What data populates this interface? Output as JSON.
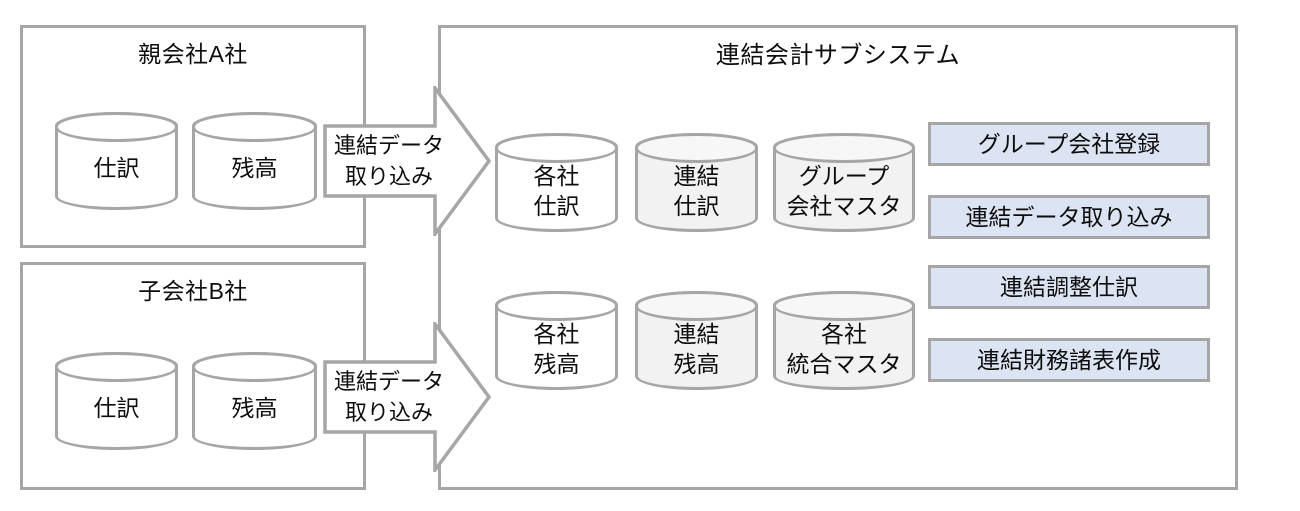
{
  "diagram": {
    "title_left_top": "親会社A社",
    "title_left_bottom": "子会社B社",
    "title_right": "連結会計サブシステム"
  },
  "parent_company": {
    "title": "親会社A社",
    "stores": [
      {
        "name": "journal",
        "label": "仕訳",
        "fill": "#ffffff"
      },
      {
        "name": "balance",
        "label": "残高",
        "fill": "#ffffff"
      }
    ]
  },
  "subsidiary_company": {
    "title": "子会社B社",
    "stores": [
      {
        "name": "journal",
        "label": "仕訳",
        "fill": "#ffffff"
      },
      {
        "name": "balance",
        "label": "残高",
        "fill": "#ffffff"
      }
    ]
  },
  "arrows": [
    {
      "name": "import-top",
      "line1": "連結データ",
      "line2": "取り込み"
    },
    {
      "name": "import-bottom",
      "line1": "連結データ",
      "line2": "取り込み"
    }
  ],
  "consolidation_system": {
    "title": "連結会計サブシステム",
    "stores_row_top": [
      {
        "name": "each-company-journal",
        "line1": "各社",
        "line2": "仕訳",
        "fill": "#ffffff"
      },
      {
        "name": "consolidated-journal",
        "line1": "連結",
        "line2": "仕訳",
        "fill": "#f2f2f2"
      },
      {
        "name": "group-company-master",
        "line1": "グループ",
        "line2": "会社マスタ",
        "fill": "#f2f2f2"
      }
    ],
    "stores_row_bottom": [
      {
        "name": "each-company-balance",
        "line1": "各社",
        "line2": "残高",
        "fill": "#ffffff"
      },
      {
        "name": "consolidated-balance",
        "line1": "連結",
        "line2": "残高",
        "fill": "#f2f2f2"
      },
      {
        "name": "each-company-unified-master",
        "line1": "各社",
        "line2": "統合マスタ",
        "fill": "#f2f2f2"
      }
    ],
    "menu_buttons": [
      {
        "name": "group-company-registration",
        "label": "グループ会社登録"
      },
      {
        "name": "consolidated-data-import",
        "label": "連結データ取り込み"
      },
      {
        "name": "consolidation-adjustment-journal",
        "label": "連結調整仕訳"
      },
      {
        "name": "consolidated-financial-statements",
        "label": "連結財務諸表作成"
      }
    ]
  },
  "colors": {
    "border": "#a6a6a6",
    "button_fill": "#dce3f2",
    "store_gray_fill": "#f2f2f2",
    "background": "#ffffff",
    "text": "#0d0d0d"
  }
}
